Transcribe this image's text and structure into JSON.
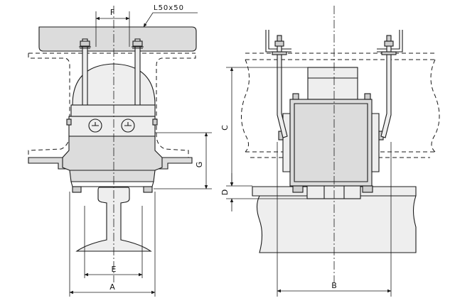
{
  "drawing": {
    "callout": "L50x50",
    "dimensions": {
      "front_width": "A",
      "side_width": "B",
      "height_total": "C",
      "gap": "D",
      "rail_base": "E",
      "bolt_spacing": "F",
      "clamp_height": "G"
    }
  },
  "colors": {
    "line": "#1a1a1a",
    "fill_light": "#eeeeee",
    "fill_mid": "#dcdcdc",
    "fill_dark": "#cfcfcf",
    "background": "#ffffff"
  }
}
